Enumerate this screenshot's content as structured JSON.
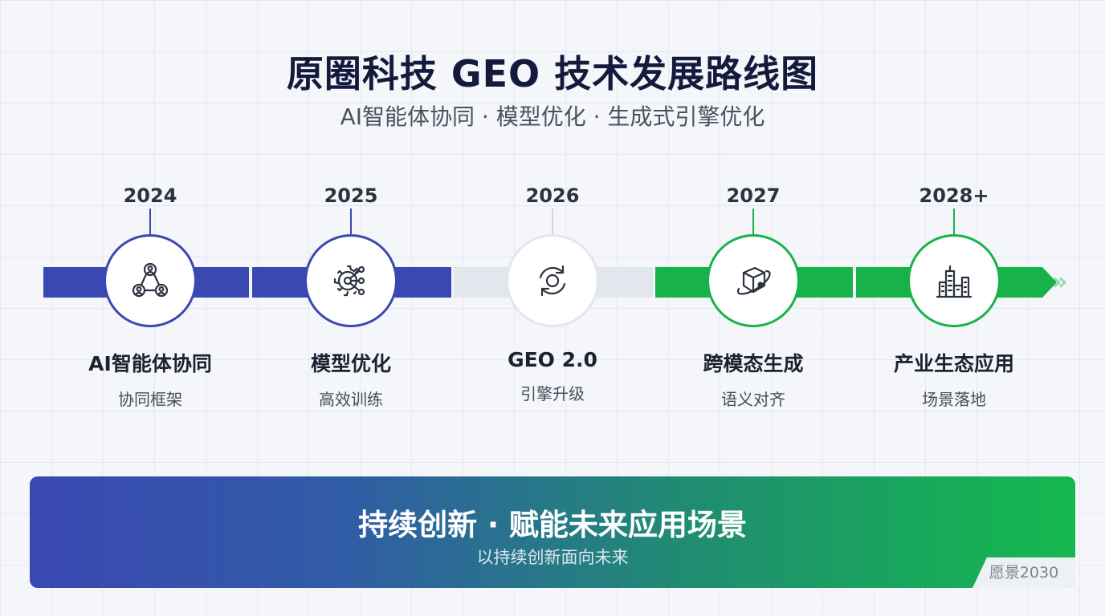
{
  "title": "原圈科技 GEO 技术发展路线图",
  "subtitle": "AI智能体协同 · 模型优化 · 生成式引擎优化",
  "colors": {
    "blue": "#3a48b2",
    "gray": "#e3e6ec",
    "green": "#17b24a",
    "chevron": "#8fdcaa"
  },
  "chevrons": "»",
  "stages": [
    {
      "year": "2024",
      "title": "AI智能体协同",
      "sub": "协同框架",
      "icon": "people-network-icon"
    },
    {
      "year": "2025",
      "title": "模型优化",
      "sub": "高效训练",
      "icon": "gear-network-icon"
    },
    {
      "year": "2026",
      "title": "GEO 2.0",
      "sub": "引擎升级",
      "icon": "refresh-cycle-icon"
    },
    {
      "year": "2027",
      "title": "跨模态生成",
      "sub": "语义对齐",
      "icon": "cube-orbit-icon"
    },
    {
      "year": "2028+",
      "title": "产业生态应用",
      "sub": "场景落地",
      "icon": "city-buildings-icon"
    }
  ],
  "banner": {
    "title": "持续创新 · 赋能未来应用场景",
    "sub": "以持续创新面向未来",
    "tag": "愿景2030"
  }
}
